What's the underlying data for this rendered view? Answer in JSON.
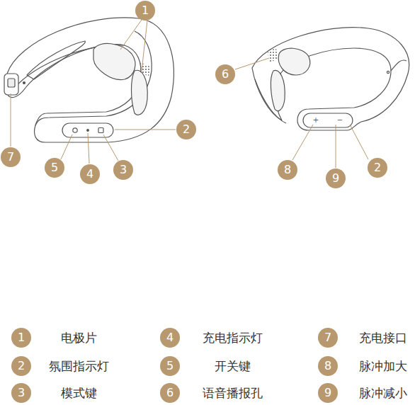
{
  "diagram": {
    "nodes": [
      {
        "text": [
          "1"
        ]
      },
      {
        "text": [
          "6"
        ]
      },
      {
        "text": [
          "2"
        ]
      },
      {
        "text": [
          "7"
        ]
      },
      {
        "text": [
          "5"
        ]
      },
      {
        "text": [
          "4"
        ]
      },
      {
        "text": [
          "3"
        ]
      },
      {
        "text": [
          "8"
        ]
      },
      {
        "text": [
          "9"
        ]
      },
      {
        "text": [
          "2"
        ]
      },
      {
        "text": [
          "1"
        ]
      },
      {
        "text": [
          "4"
        ]
      },
      {
        "text": [
          "7"
        ]
      },
      {
        "text": [
          "2"
        ]
      },
      {
        "text": [
          "5"
        ]
      },
      {
        "text": [
          "8"
        ]
      },
      {
        "text": [
          "3"
        ]
      },
      {
        "text": [
          "6"
        ]
      },
      {
        "text": [
          "9"
        ]
      }
    ],
    "labels": [
      "电极片",
      "充电指示灯",
      "充电接口",
      "氛围指示灯",
      "开关键",
      "脉冲加大",
      "模式键",
      "语音播报孔",
      "脉冲减小",
      "+",
      "−"
    ]
  }
}
